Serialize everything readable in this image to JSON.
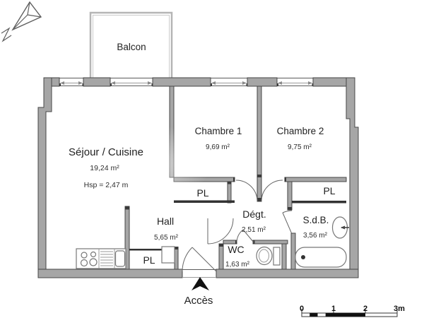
{
  "rooms": {
    "balcony": {
      "label": "Balcon"
    },
    "living": {
      "label": "Séjour / Cuisine",
      "area": "19,24 m²",
      "ceiling_height": "Hsp = 2,47 m"
    },
    "bedroom1": {
      "label": "Chambre 1",
      "area": "9,69 m²"
    },
    "bedroom2": {
      "label": "Chambre 2",
      "area": "9,75 m²"
    },
    "hall": {
      "label": "Hall",
      "area": "5,65 m²"
    },
    "hallway": {
      "label": "Dégt.",
      "area": "2,51 m²"
    },
    "bathroom": {
      "label": "S.d.B.",
      "area": "3,56 m²"
    },
    "toilet": {
      "label": "WC",
      "area": "1,63 m²"
    },
    "closet_hallway": {
      "label": "PL"
    },
    "closet_bathroom": {
      "label": "PL"
    },
    "closet_hall": {
      "label": "PL"
    }
  },
  "entrance": {
    "label": "Accès"
  },
  "scale_bar": {
    "labels": [
      "0",
      "1",
      "2",
      "3m"
    ]
  },
  "icons": {
    "compass": "north-arrow",
    "entrance": "access-arrow",
    "fixtures": [
      "kitchen-stove",
      "kitchen-sink",
      "bathtub",
      "toilet",
      "washbasin",
      "radiator"
    ]
  },
  "colors": {
    "wall_fill": "#a6a6a6",
    "wall_stroke": "#474747",
    "balcony_line": "#b5b5b5",
    "door_line": "#666666",
    "fixture_line": "#777777",
    "text": "#222222",
    "accent_black": "#111111",
    "background": "#ffffff"
  }
}
